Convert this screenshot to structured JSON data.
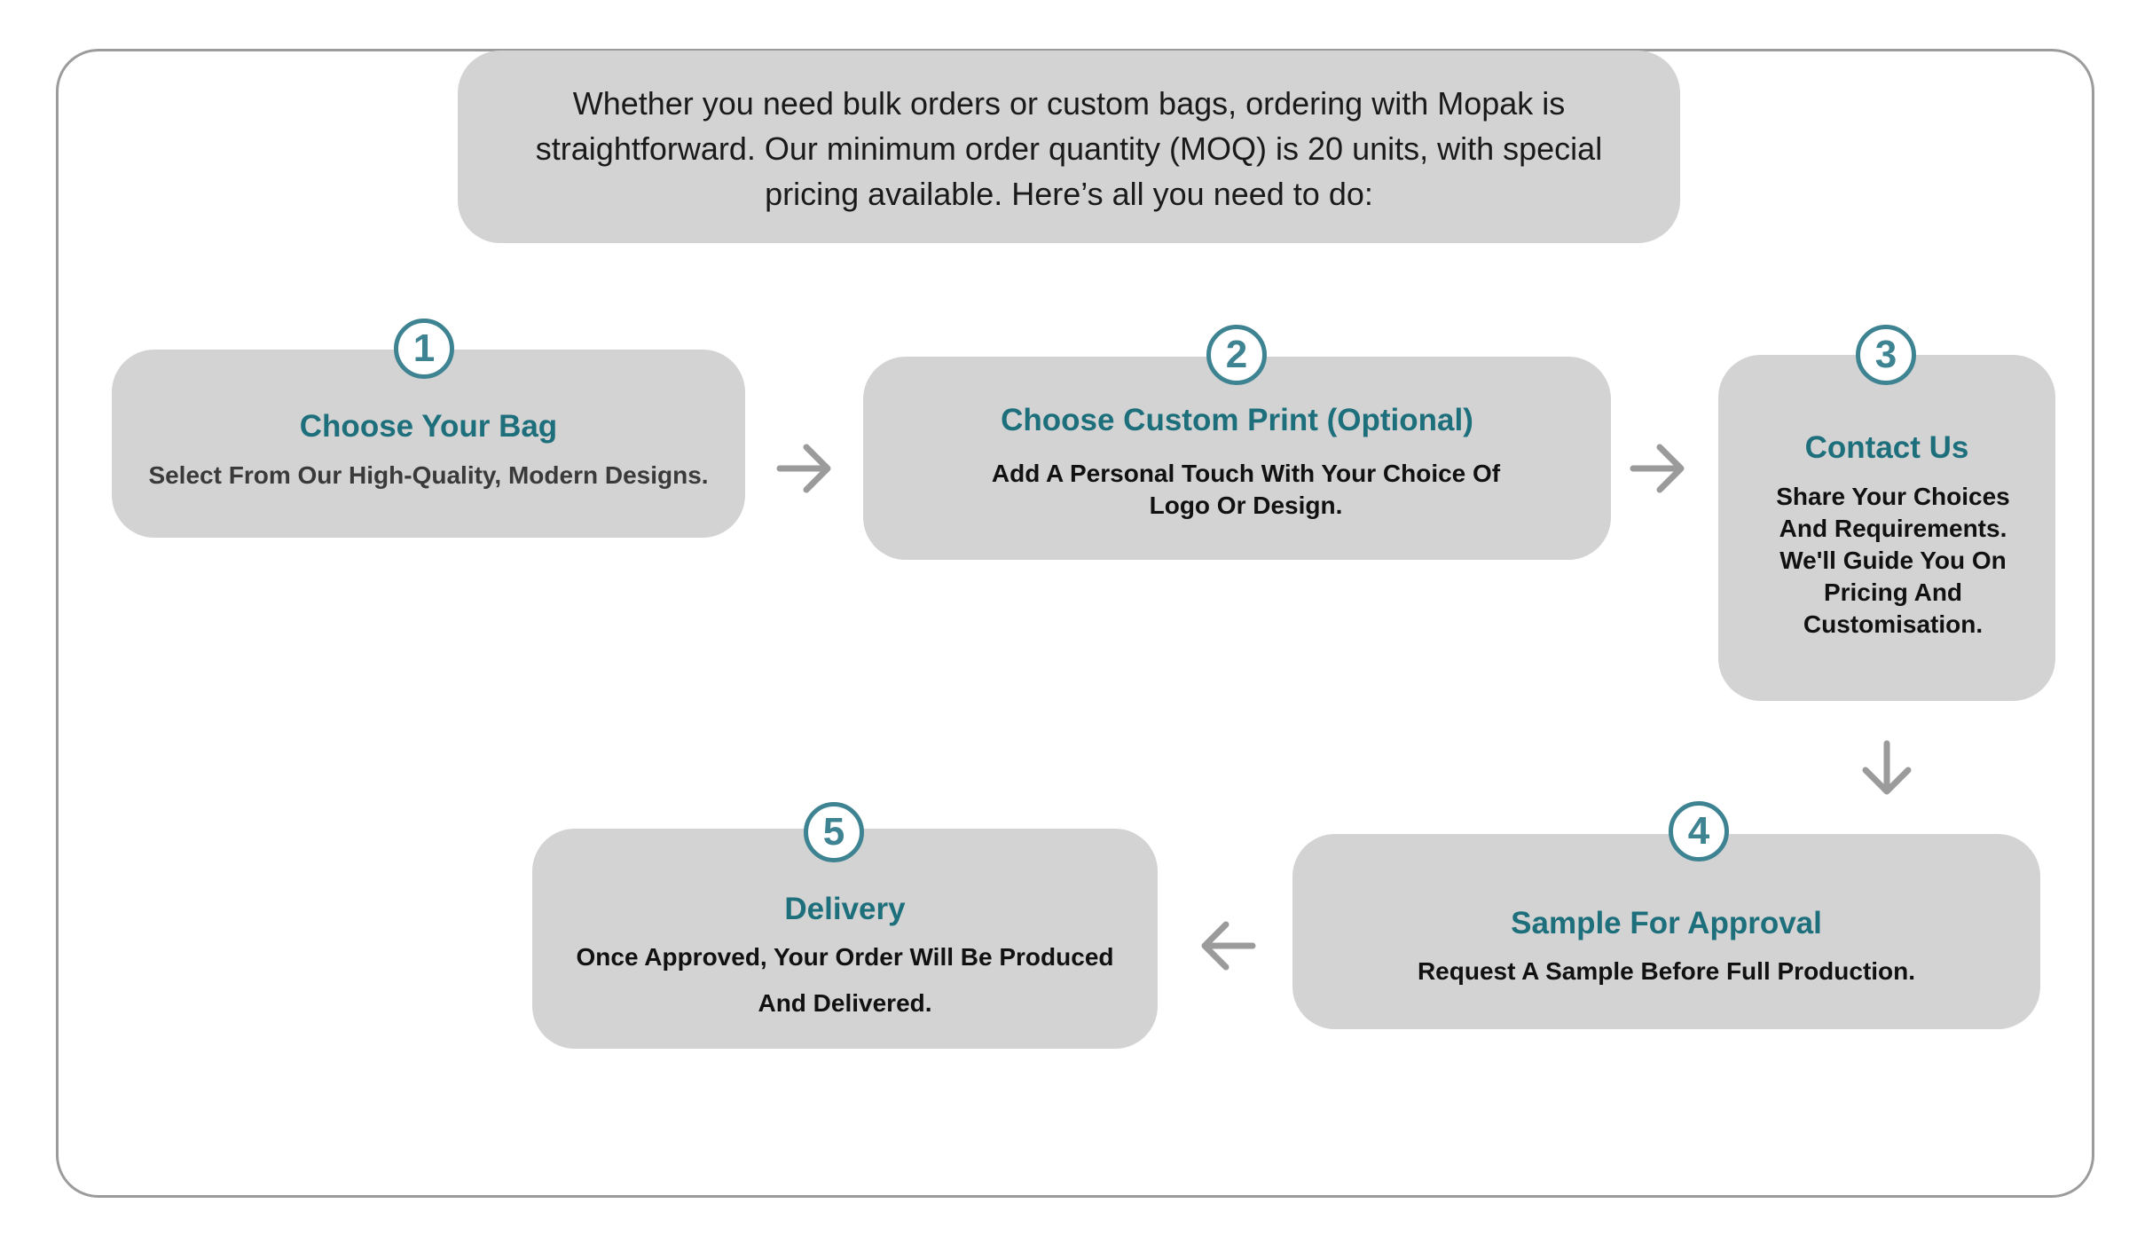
{
  "intro_text": "Whether you need bulk orders or custom bags, ordering with Mopak is straightforward. Our minimum order quantity (MOQ) is 20 units, with special pricing available. Here’s all you need to do:",
  "steps": [
    {
      "number": "1",
      "title": "Choose Your Bag",
      "description": "Select From Our High-Quality, Modern Designs."
    },
    {
      "number": "2",
      "title": "Choose Custom Print (Optional)",
      "description": "Add A Personal Touch With Your Choice Of Logo Or Design."
    },
    {
      "number": "3",
      "title": "Contact Us",
      "description": "Share Your Choices And Requirements. We'll Guide You On Pricing And Customisation."
    },
    {
      "number": "4",
      "title": "Sample For Approval",
      "description": "Request A Sample Before Full Production."
    },
    {
      "number": "5",
      "title": "Delivery",
      "description": "Once Approved, Your Order Will Be Produced And Delivered."
    }
  ],
  "colors": {
    "card_background": "#d3d3d3",
    "title_teal": "#1d6f7c",
    "badge_teal": "#3e8391",
    "arrow_gray": "#9b9b9b",
    "frame_border": "#9b9b9b"
  }
}
